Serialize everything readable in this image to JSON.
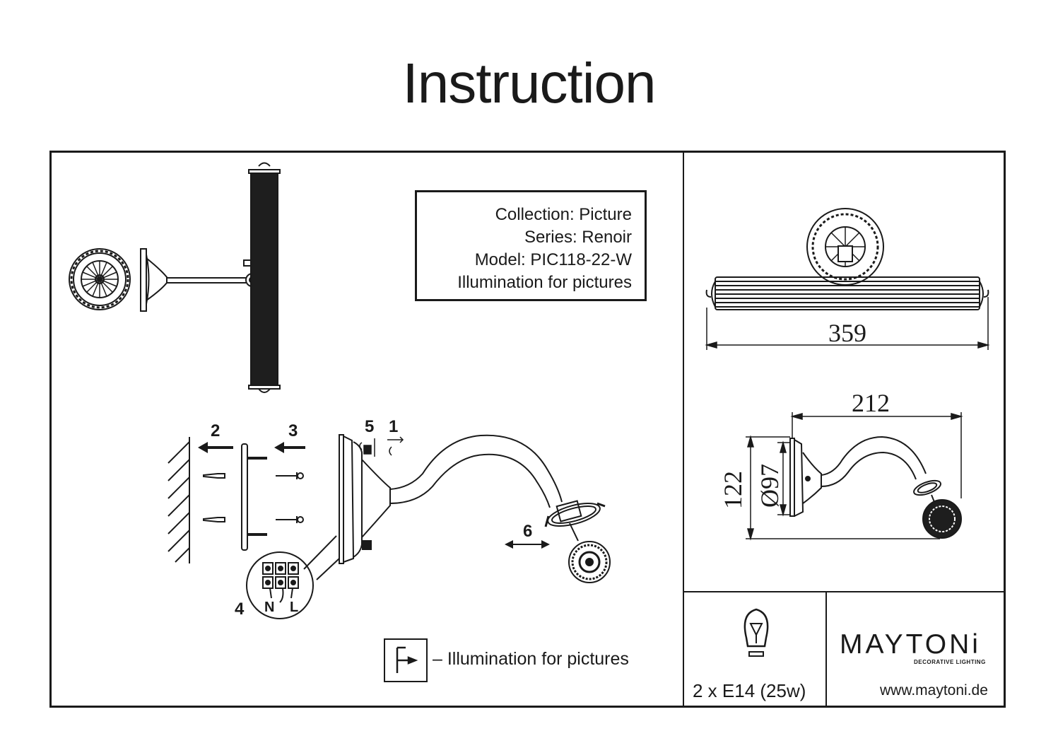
{
  "title": "Instruction",
  "info": {
    "collection": "Collection: Picture",
    "series": "Series: Renoir",
    "model": "Model: PIC118-22-W",
    "description": "Illumination for pictures"
  },
  "steps": [
    "1",
    "2",
    "3",
    "4",
    "5",
    "6"
  ],
  "wiring_labels": [
    "N",
    "L"
  ],
  "dimensions": {
    "width": "359",
    "depth": "212",
    "height": "122",
    "diameter": "Ø97"
  },
  "legend": {
    "text": "– Illumination for pictures",
    "icon": "picture-light-icon"
  },
  "bulb": {
    "text": "2 x E14 (25w)",
    "icon": "light-bulb-icon"
  },
  "brand": {
    "name": "MAYTONi",
    "tagline": "DECORATIVE LIGHTING",
    "website": "www.maytoni.de"
  }
}
